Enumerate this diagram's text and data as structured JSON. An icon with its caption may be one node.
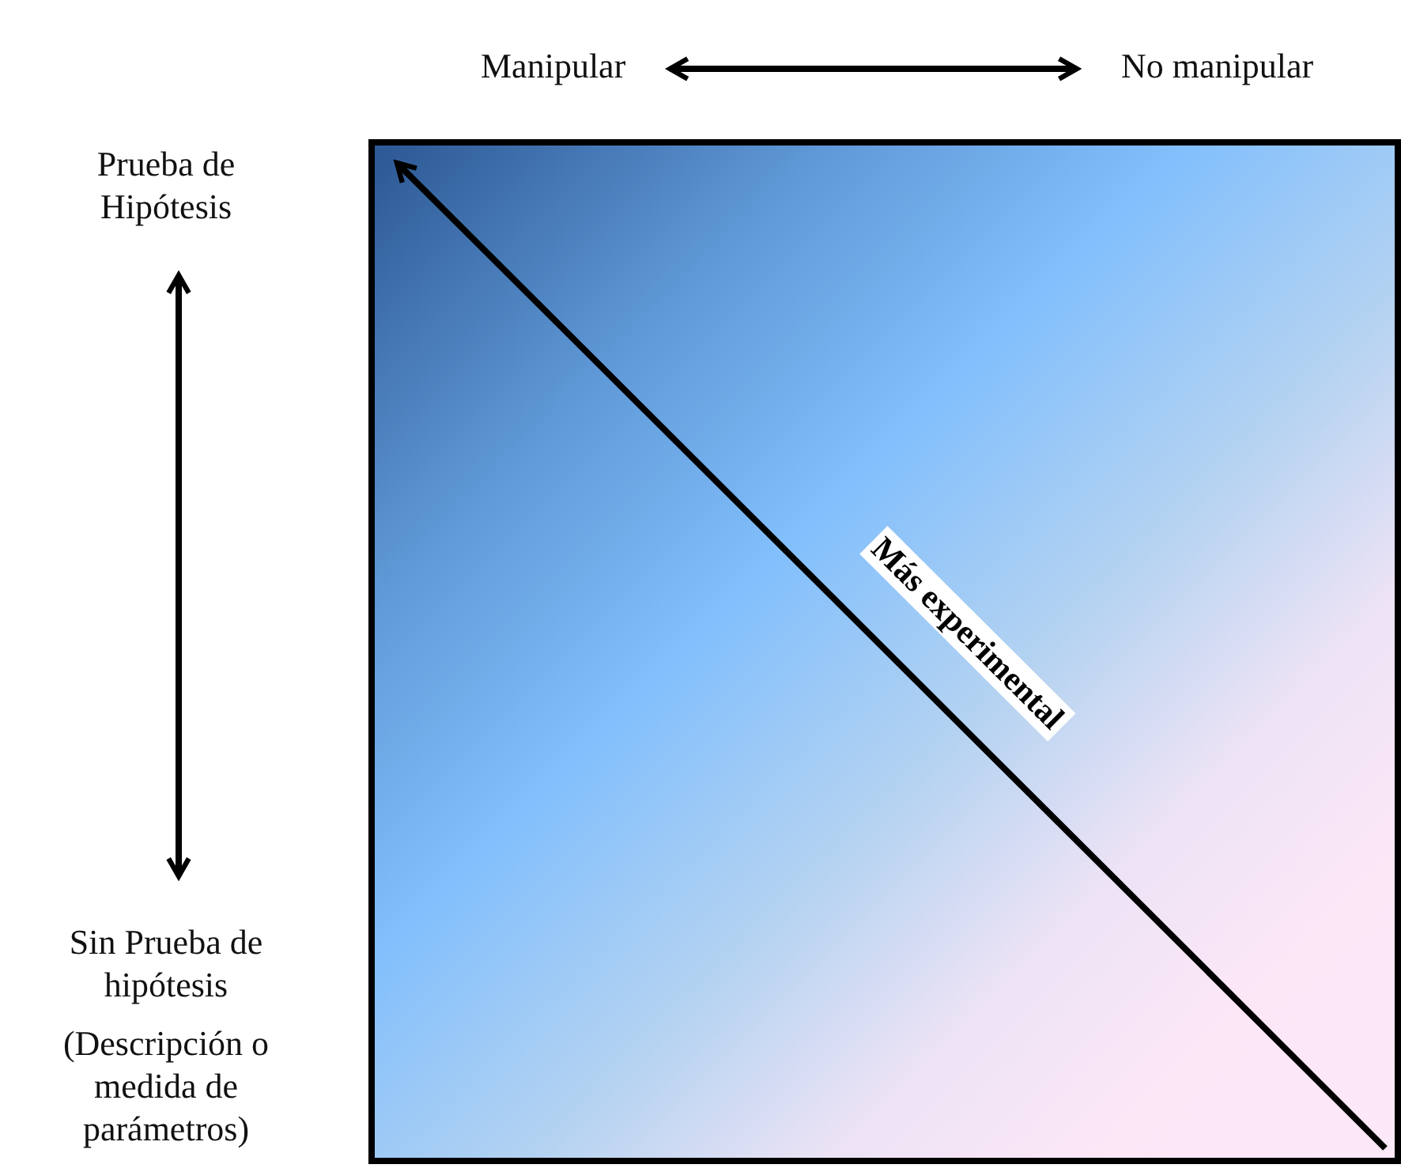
{
  "diagram": {
    "nodes": [
      {
        "text": [
          "Manipular"
        ]
      },
      {
        "text": [
          "No manipular"
        ]
      },
      {
        "text": [
          "Prueba de Hipótesis"
        ]
      },
      {
        "text": [
          "Sin Prueba de hipótesis",
          "(Descripción o medida de parámetros)"
        ]
      }
    ],
    "edges": [
      {
        "from": 0,
        "to": 1,
        "arrow": "both"
      },
      {
        "from": 2,
        "to": 3,
        "arrow": "both"
      }
    ],
    "labels": [
      "Más experimental"
    ]
  }
}
